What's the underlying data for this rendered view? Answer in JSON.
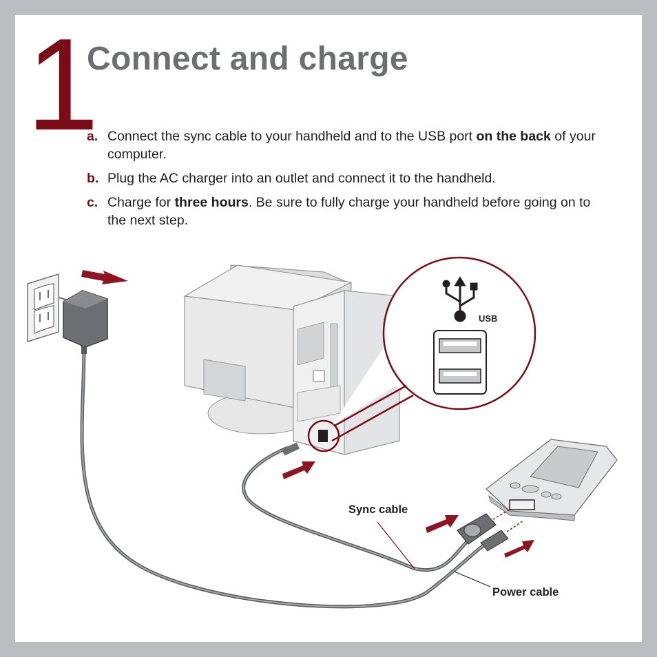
{
  "step": {
    "number": "1",
    "title": "Connect and charge"
  },
  "instructions": [
    {
      "letter": "a.",
      "pre": "Connect the sync cable to your handheld and to the USB port ",
      "bold": "on the back",
      "post": " of your computer."
    },
    {
      "letter": "b.",
      "pre": "Plug the AC charger into an outlet and connect it to the handheld.",
      "bold": "",
      "post": ""
    },
    {
      "letter": "c.",
      "pre": "Charge for ",
      "bold": "three hours",
      "post": ". Be sure to fully charge your handheld before going on to the next step."
    }
  ],
  "labels": {
    "usb": "USB",
    "sync_cable": "Sync cable",
    "power_cable": "Power cable"
  },
  "colors": {
    "accent": "#7a0c18",
    "arrow": "#8b1520",
    "frame": "#bcbdc1",
    "title": "#6d6e71"
  },
  "icons": [
    "usb-symbol-icon",
    "insert-arrow-icon"
  ]
}
